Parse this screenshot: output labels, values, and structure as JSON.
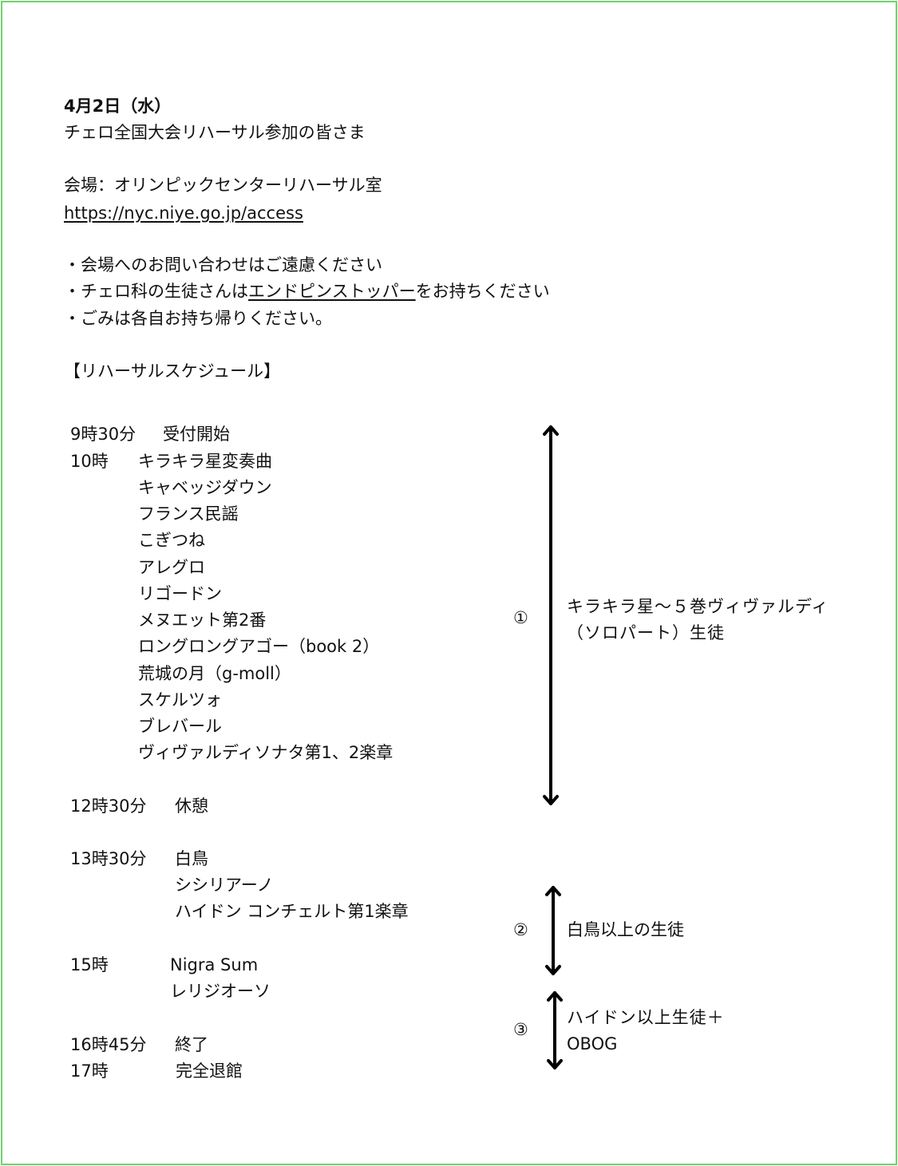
{
  "header": {
    "date": "4月2日（水）",
    "greeting": "チェロ全国大会リハーサル参加の皆さま",
    "venue": "会場：オリンピックセンターリハーサル室",
    "url": "https://nyc.niye.go.jp/access"
  },
  "notes": {
    "n1": "・会場へのお問い合わせはご遠慮ください",
    "n2_pre": "・チェロ科の生徒さんは",
    "n2_link": "エンドピンストッパー",
    "n2_post": "をお持ちください",
    "n3": "・ごみは各自お持ち帰りください。"
  },
  "schedule_title": "【リハーサルスケジュール】",
  "schedule": [
    {
      "time": "9時30分",
      "item": "受付開始"
    },
    {
      "time": "10時",
      "items": [
        "キラキラ星変奏曲",
        "キャベッジダウン",
        "フランス民謡",
        "こぎつね",
        "アレグロ",
        "リゴードン",
        "メヌエット第2番",
        "ロングロングアゴー（book 2）",
        "荒城の月（g-moll）",
        "スケルツォ",
        "ブレバール",
        "ヴィヴァルディソナタ第1、2楽章"
      ]
    },
    {
      "time": "12時30分",
      "item": "休憩"
    },
    {
      "time": "13時30分",
      "items": [
        "白鳥",
        "シシリアーノ",
        "ハイドン コンチェルト第1楽章"
      ]
    },
    {
      "time": "15時",
      "items": [
        "Nigra Sum",
        "レリジオーソ"
      ]
    },
    {
      "time": "16時45分",
      "item": "終了"
    },
    {
      "time": "17時",
      "item": "完全退館"
    }
  ],
  "groups": [
    {
      "mark": "①",
      "label_1": "キラキラ星～５巻ヴィヴァルディ",
      "label_2": "（ソロパート）生徒"
    },
    {
      "mark": "②",
      "label_1": "白鳥以上の生徒"
    },
    {
      "mark": "③",
      "label_1": "ハイドン以上生徒＋",
      "label_2": "OBOG"
    }
  ]
}
